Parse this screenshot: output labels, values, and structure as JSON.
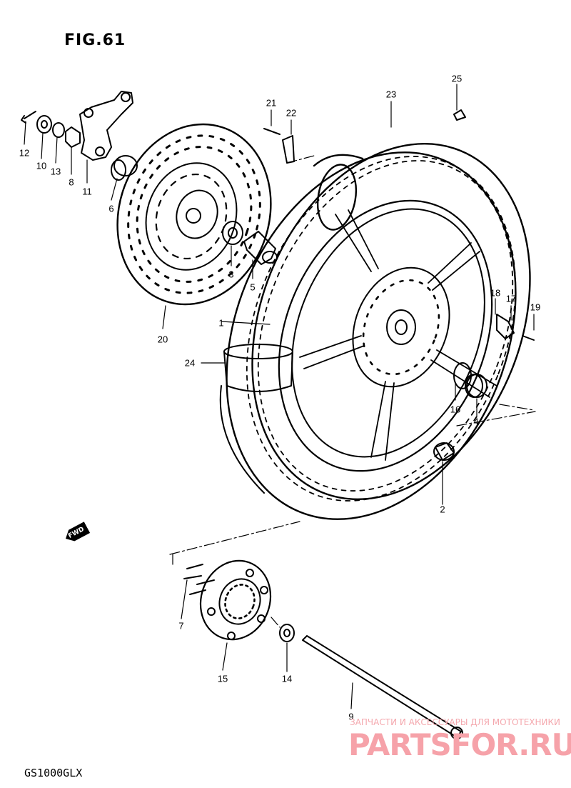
{
  "figure": {
    "title": "FIG.61",
    "model": "GS1000GLX",
    "forward_label": "FWD"
  },
  "callouts": [
    "1",
    "2",
    "3",
    "4",
    "5",
    "6",
    "7",
    "8",
    "9",
    "10",
    "11",
    "12",
    "13",
    "14",
    "15",
    "16",
    "17",
    "18",
    "19",
    "20",
    "21",
    "22",
    "23",
    "24",
    "25"
  ],
  "watermark": {
    "caption": "ЗАПЧАСТИ И АКСЕССУАРЫ ДЛЯ МОТОТЕХНИКИ",
    "brand": "PARTSFOR.RU",
    "color": "#f6a2a9"
  },
  "colors": {
    "line": "#000000",
    "background": "#ffffff"
  }
}
